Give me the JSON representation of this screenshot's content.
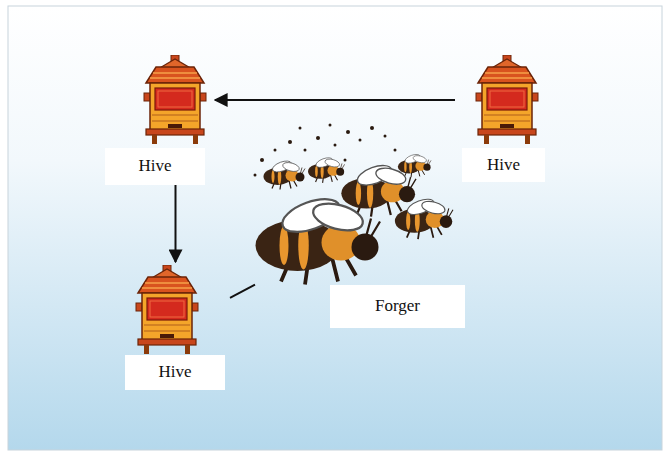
{
  "diagram": {
    "nodes": [
      {
        "text": [
          "Hive"
        ]
      },
      {
        "text": [
          "Hive"
        ]
      },
      {
        "text": [
          "Hive"
        ]
      },
      {
        "text": [
          "Forger"
        ]
      }
    ],
    "edges": [
      {
        "from": 1,
        "to": 0,
        "arrow": "to"
      },
      {
        "from": 0,
        "to": 2,
        "arrow": "to"
      },
      {
        "from": 2,
        "to": 3,
        "arrow": "none"
      }
    ]
  }
}
